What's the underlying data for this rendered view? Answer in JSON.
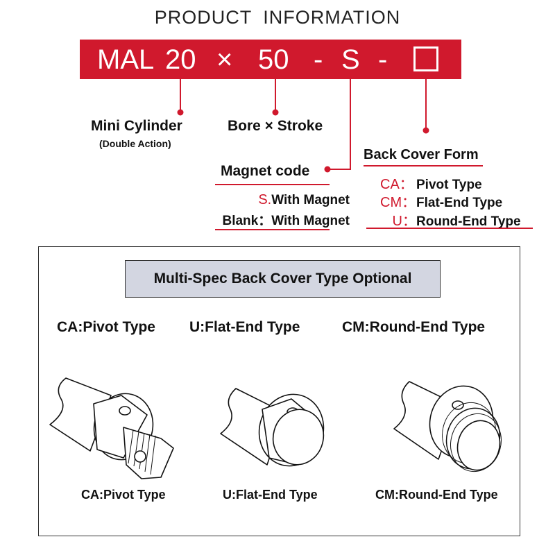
{
  "header": {
    "title": "PRODUCT  INFORMATION"
  },
  "model_code": {
    "series": "MAL",
    "bore": "20",
    "times": "×",
    "stroke": "50",
    "dash1": "-",
    "magnet": "S",
    "dash2": "-",
    "box": "□"
  },
  "legend": {
    "mini_cylinder": "Mini Cylinder",
    "double_action": "(Double Action)",
    "bore_stroke": "Bore × Stroke",
    "magnet_code": {
      "title": "Magnet code",
      "rows": [
        {
          "code": "S.",
          "desc": "With Magnet"
        },
        {
          "code": "Blank：",
          "desc": "With Magnet"
        }
      ]
    },
    "back_cover": {
      "title": "Back Cover Form",
      "rows": [
        {
          "code": "CA：",
          "desc": "Pivot Type"
        },
        {
          "code": "CM：",
          "desc": "Flat-End Type"
        },
        {
          "code": "U：",
          "desc": "Round-End Type"
        }
      ]
    }
  },
  "options": {
    "banner": "Multi-Spec Back Cover Type Optional",
    "top_labels": [
      "CA:Pivot Type",
      "U:Flat-End Type",
      "CM:Round-End Type"
    ],
    "bottom_labels": [
      "CA:Pivot Type",
      "U:Flat-End Type",
      "CM:Round-End Type"
    ]
  },
  "colors": {
    "accent": "#d0192d",
    "banner_bg": "#d3d6e1"
  }
}
